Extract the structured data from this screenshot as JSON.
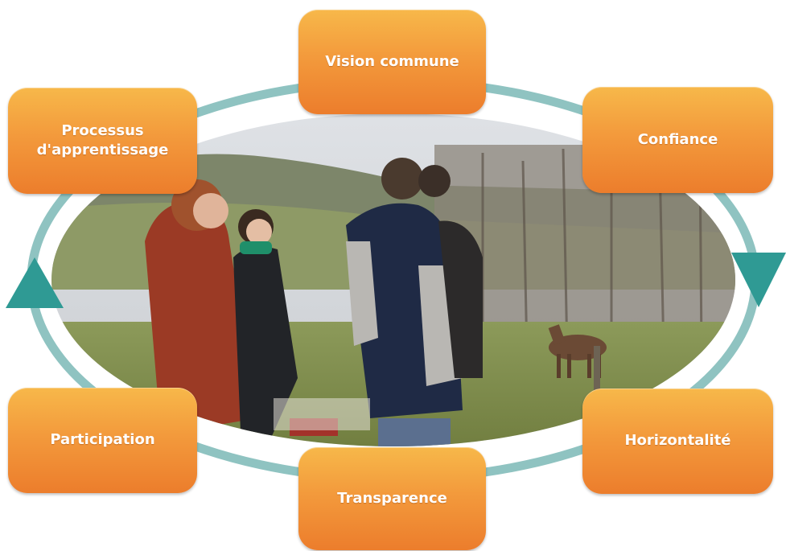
{
  "nodes": {
    "vision": "Vision commune",
    "confiance": "Confiance",
    "horizontalite": "Horizontalité",
    "transparence": "Transparence",
    "participation": "Participation",
    "processus": "Processus d'apprentissage"
  },
  "colors": {
    "ring": "#8fc3c1",
    "arrow": "#2f9a94",
    "node_top": "#f7b84a",
    "node_bottom": "#ec7d2c",
    "label": "#ffffff"
  },
  "photo": {
    "depicts": "photograph of people talking in a field with a horse"
  }
}
